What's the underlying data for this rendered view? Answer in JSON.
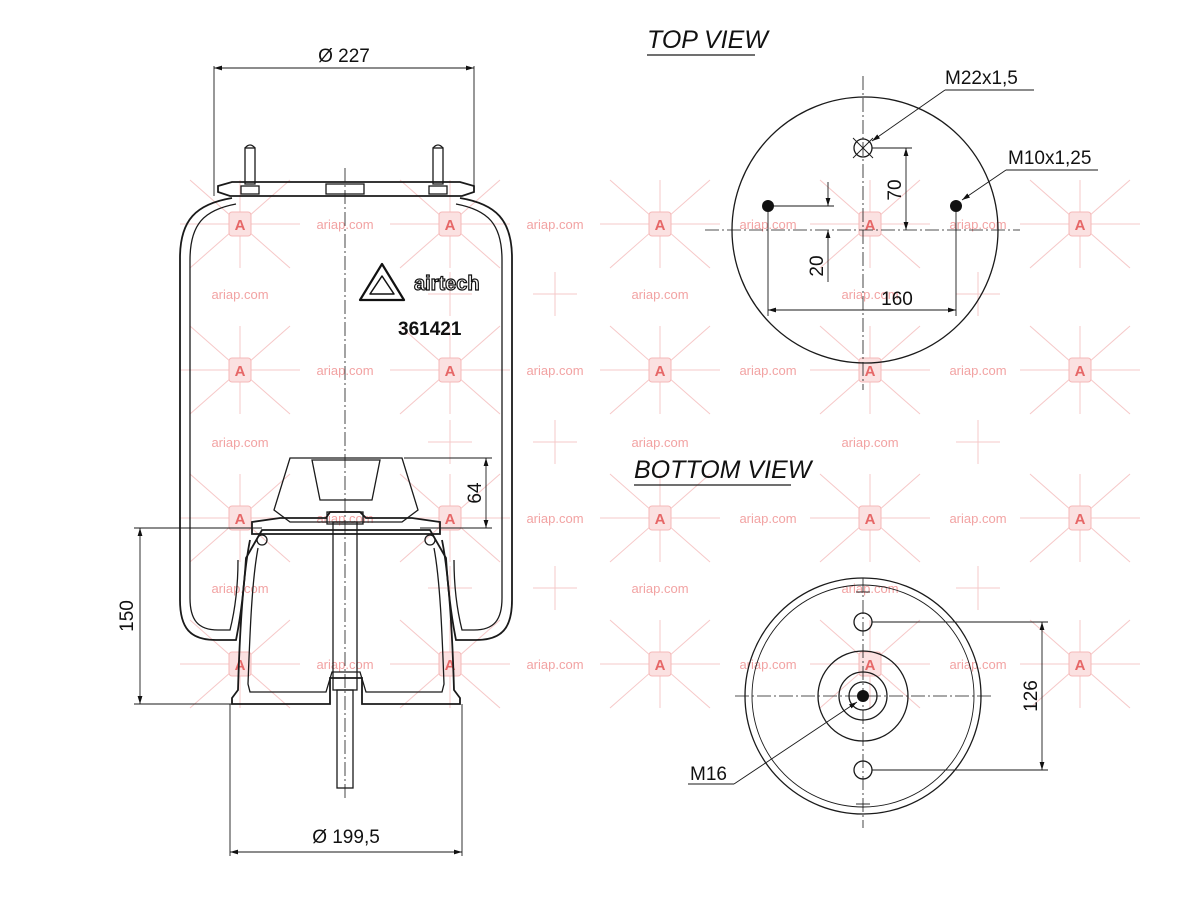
{
  "watermark": {
    "site": "ariap.com",
    "badge_letter": "A"
  },
  "product": {
    "brand": "airtech",
    "part_number": "361421"
  },
  "side_view": {
    "top_diameter": "Ø 227",
    "bottom_diameter": "Ø 199,5",
    "height": "150",
    "piston_height": "64"
  },
  "top_view": {
    "title": "TOP VIEW",
    "center_thread": "M22x1,5",
    "stud_thread": "M10x1,25",
    "dim_offset_large": "70",
    "dim_offset_small": "20",
    "dim_stud_spacing": "160"
  },
  "bottom_view": {
    "title": "BOTTOM VIEW",
    "center_thread": "M16",
    "dim_hole_spacing": "126"
  }
}
